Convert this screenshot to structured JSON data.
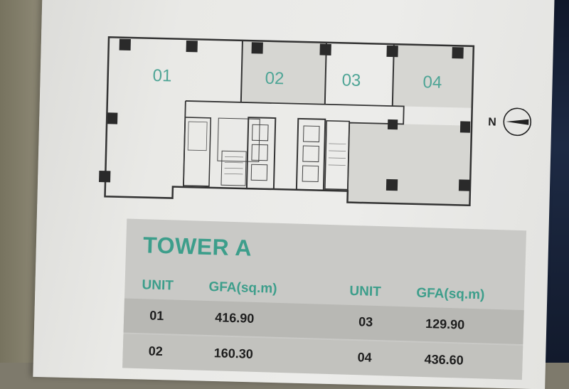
{
  "floorplan": {
    "units": [
      {
        "id": "01",
        "label": "01"
      },
      {
        "id": "02",
        "label": "02"
      },
      {
        "id": "03",
        "label": "03"
      },
      {
        "id": "04",
        "label": "04"
      }
    ],
    "north_label": "N"
  },
  "table": {
    "title": "TOWER A",
    "headers": {
      "unit_left": "UNIT",
      "gfa_left": "GFA(sq.m)",
      "unit_right": "UNIT",
      "gfa_right": "GFA(sq.m)"
    },
    "rows": [
      {
        "unit_left": "01",
        "gfa_left": "416.90",
        "unit_right": "03",
        "gfa_right": "129.90"
      },
      {
        "unit_left": "02",
        "gfa_left": "160.30",
        "unit_right": "04",
        "gfa_right": "436.60"
      }
    ]
  },
  "colors": {
    "accent": "#3d9e8b",
    "wall": "#333333",
    "shaded_unit": "#d3d3cf"
  }
}
